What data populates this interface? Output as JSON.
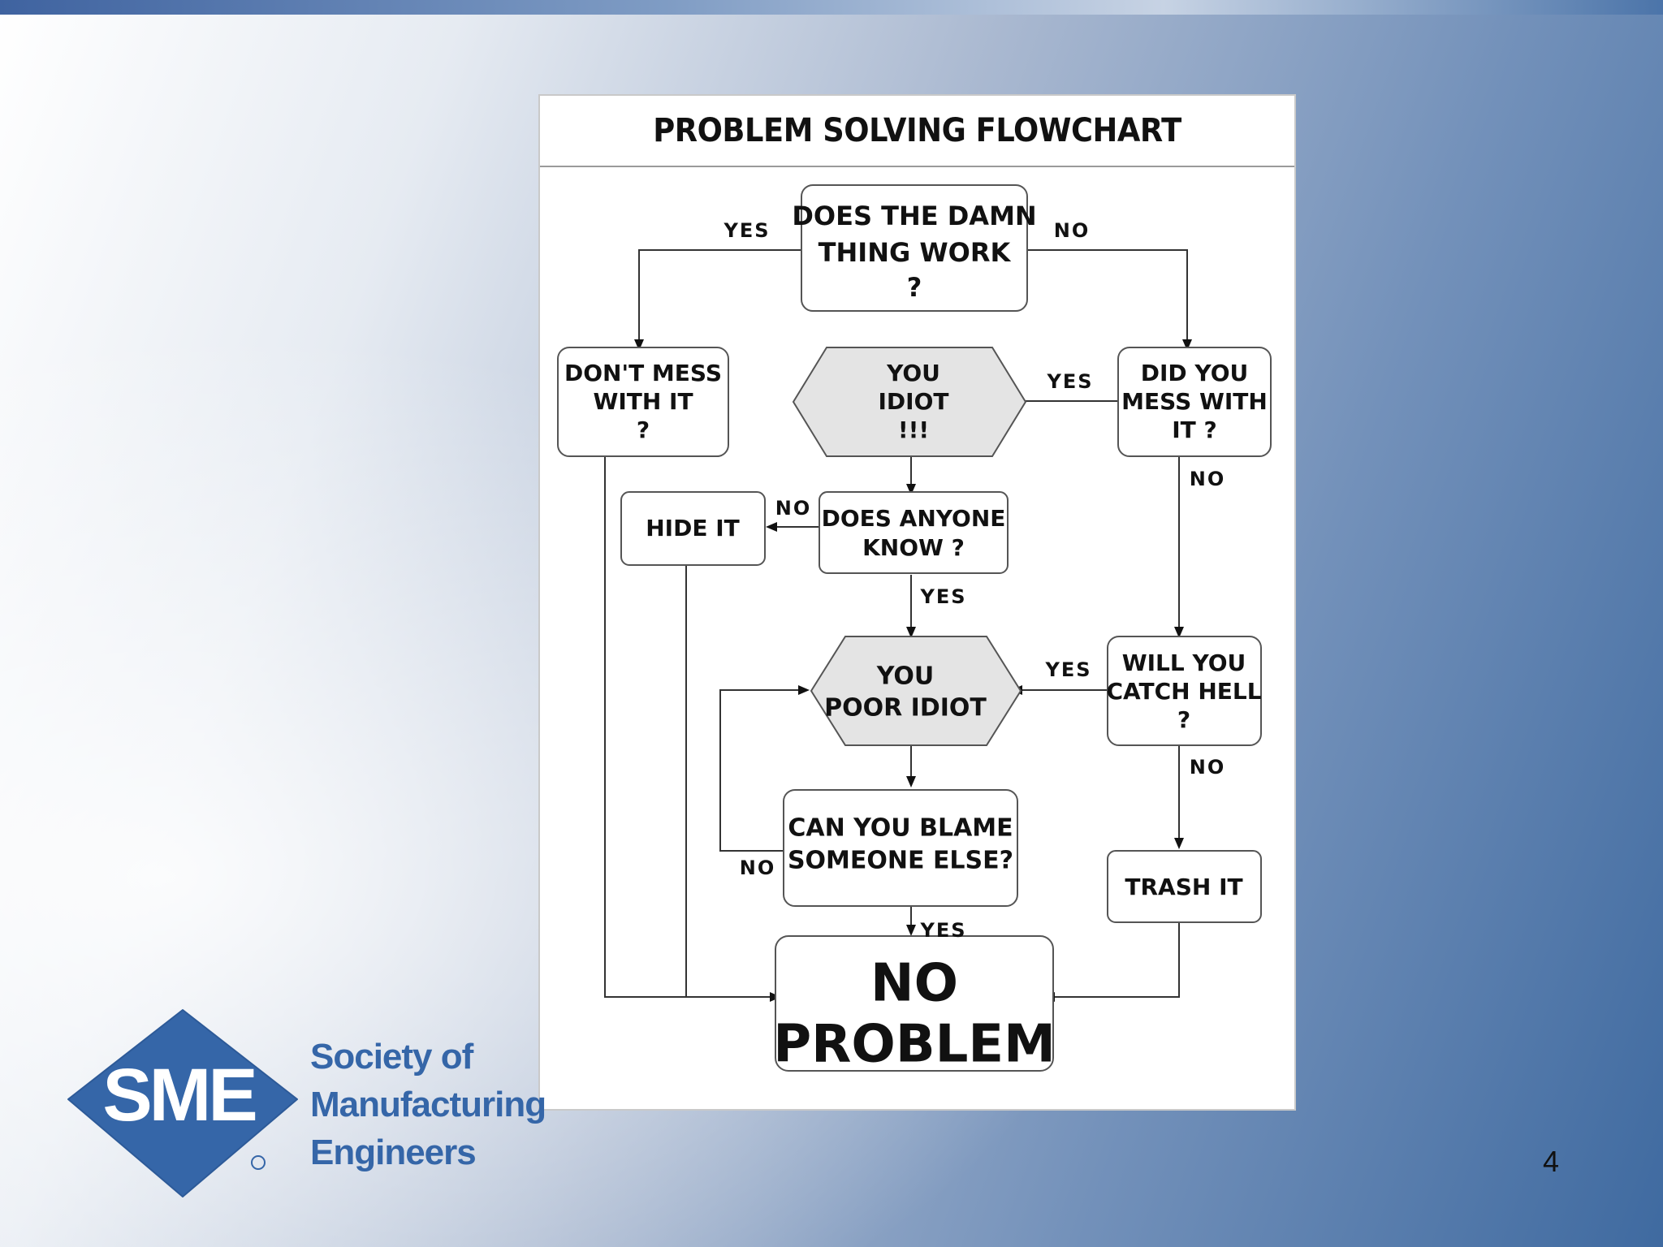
{
  "slide": {
    "page_number": "4"
  },
  "flowchart": {
    "title": "PROBLEM SOLVING FLOWCHART",
    "nodes": {
      "does_it_work": [
        "DOES THE DAMN",
        "THING WORK",
        "?"
      ],
      "dont_mess": [
        "DON'T MESS",
        "WITH IT",
        "?"
      ],
      "you_idiot": [
        "YOU",
        "IDIOT",
        "!!!"
      ],
      "did_you_mess": [
        "DID YOU",
        "MESS WITH",
        "IT ?"
      ],
      "hide_it": [
        "HIDE IT"
      ],
      "does_anyone_know": [
        "DOES ANYONE",
        "KNOW ?"
      ],
      "you_poor_idiot": [
        "YOU",
        "POOR IDIOT"
      ],
      "catch_hell": [
        "WILL YOU",
        "CATCH HELL",
        "?"
      ],
      "blame_someone": [
        "CAN YOU BLAME",
        "SOMEONE ELSE?"
      ],
      "trash_it": [
        "TRASH IT"
      ],
      "no_problem": [
        "NO",
        "PROBLEM"
      ]
    },
    "edge_labels": {
      "work_yes": "YES",
      "work_no": "NO",
      "mess_yes": "YES",
      "mess_no": "NO",
      "know_no": "NO",
      "know_yes": "YES",
      "hell_yes": "YES",
      "hell_no": "NO",
      "blame_no": "NO",
      "blame_yes": "YES"
    }
  },
  "logo": {
    "mark": "SME",
    "name_lines": [
      "Society of",
      "Manufacturing",
      "Engineers"
    ],
    "brand_color": "#3566a8"
  }
}
